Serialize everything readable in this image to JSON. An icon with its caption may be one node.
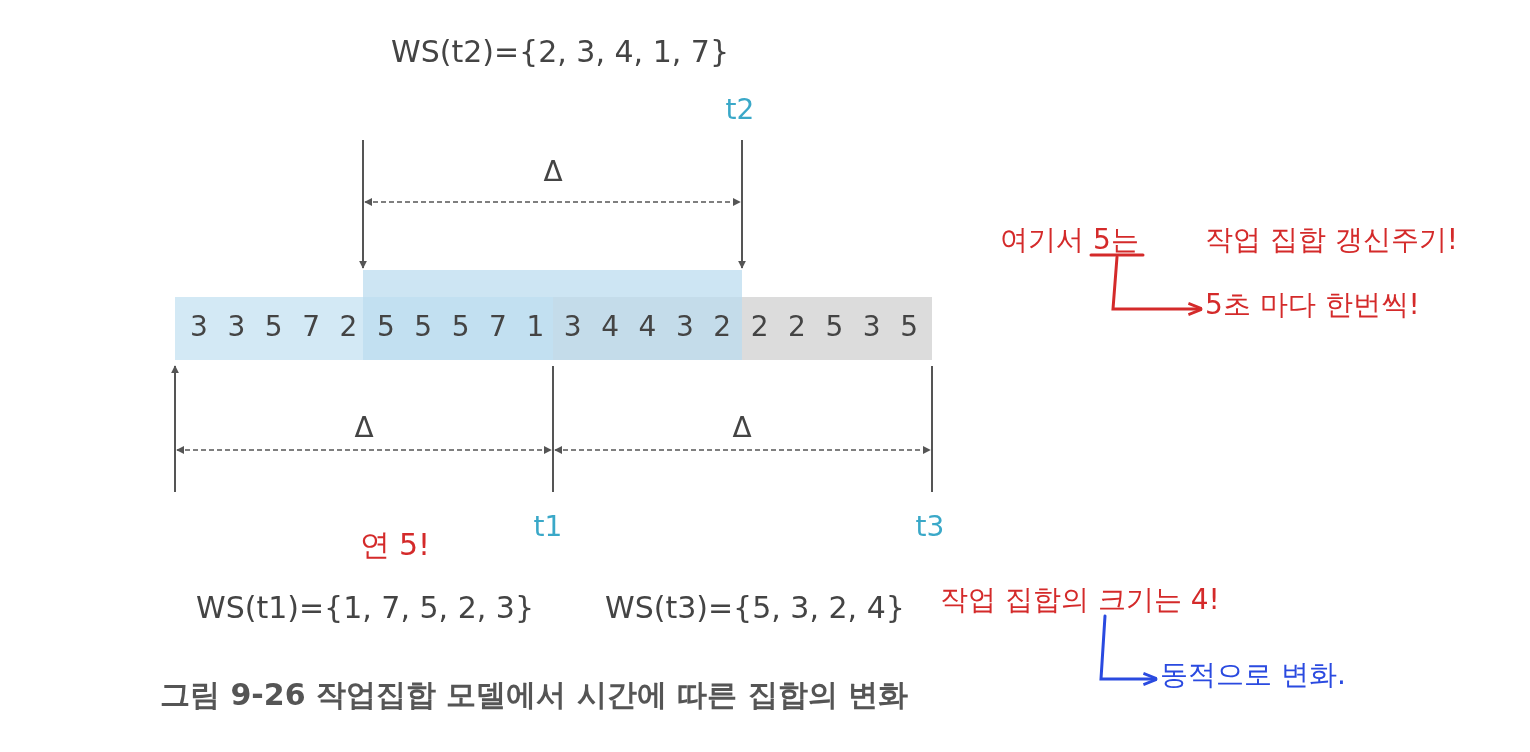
{
  "diagram": {
    "caption": "그림 9-26 작업집합 모델에서 시간에 따른 집합의 변화",
    "nodes": [
      {
        "text": [
          "여기서 5는"
        ]
      },
      {
        "text": [
          "5초 마다 한번씩!"
        ]
      },
      {
        "text": [
          "작업 집합의 크기는 4!"
        ]
      },
      {
        "text": [
          "동적으로 변화."
        ]
      }
    ],
    "edges": [
      {
        "from": 0,
        "to": 1,
        "arrow": "to",
        "color": "#d42a2a"
      },
      {
        "from": 2,
        "to": 3,
        "arrow": "to",
        "color": "#2a4ae0"
      }
    ],
    "labels": [
      "WS(t2)={2, 3, 4, 1, 7}",
      "t2",
      "Δ",
      "작업 집합 갱신주기!",
      "3 3 5 7 2 5 5 5 7 1 3 4 4 3 2 2 2 5 3 5",
      "Δ",
      "Δ",
      "t1",
      "t3",
      "연 5!",
      "WS(t1)={1, 7, 5, 2, 3}",
      "WS(t3)={5, 3, 2, 4}"
    ]
  }
}
